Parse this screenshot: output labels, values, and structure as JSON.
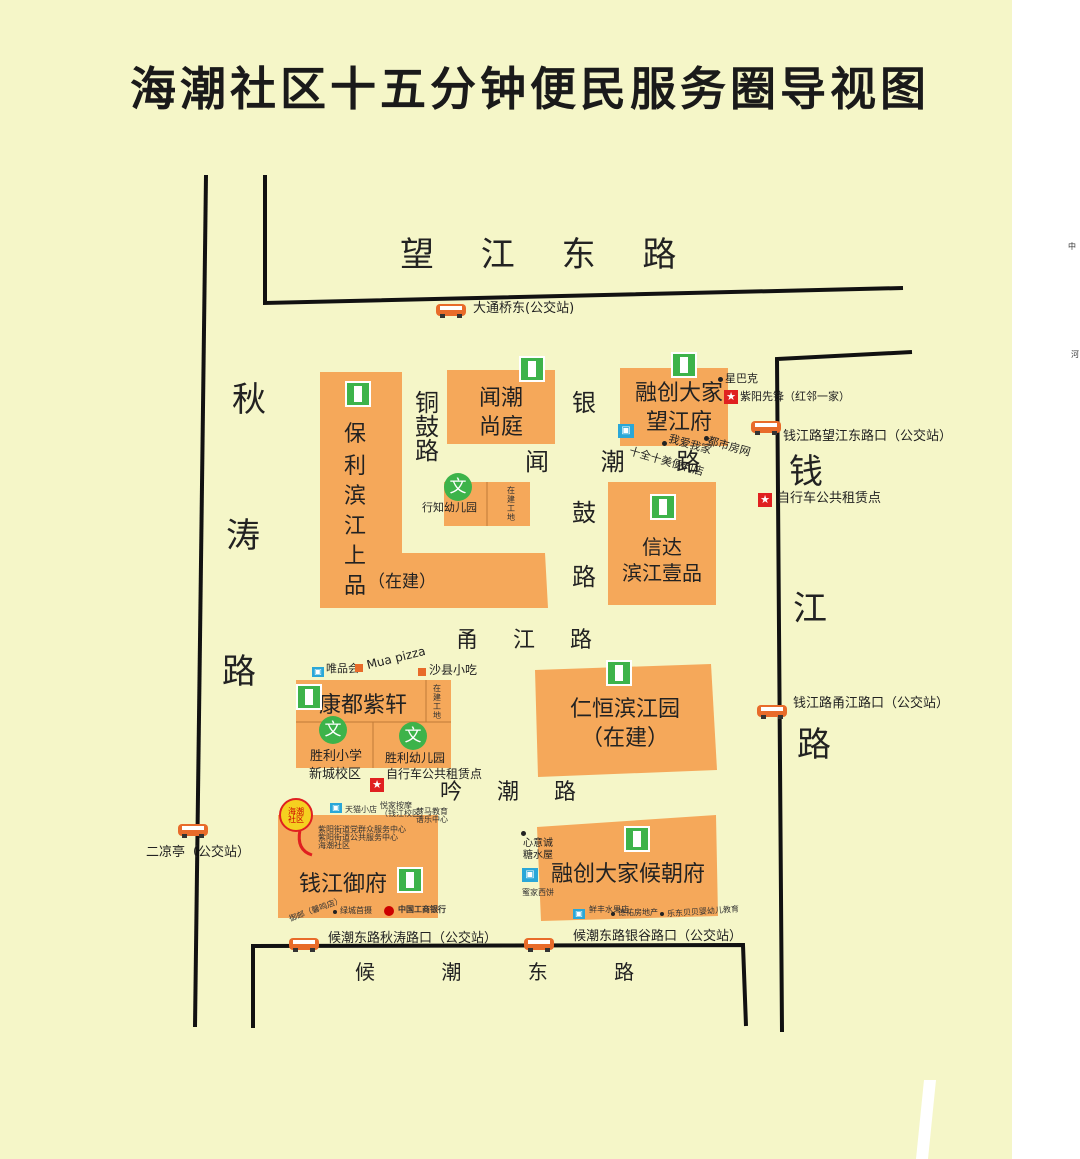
{
  "title": "海潮社区十五分钟便民服务圈导视图",
  "roads": {
    "north": "望 江 东 路",
    "south": "候 潮 东 路",
    "west": [
      "秋",
      "涛",
      "路"
    ],
    "east": [
      "钱",
      "江",
      "路"
    ],
    "tonggu": [
      "铜",
      "鼓",
      "路"
    ],
    "yingu": [
      "银",
      "鼓",
      "路"
    ],
    "guqu": [
      "鼓",
      "路"
    ],
    "wenchao": "闻 潮 路",
    "yongjiang": "甬 江 路",
    "yinchao": "吟 潮 路"
  },
  "buildings": {
    "baoli": [
      "保",
      "利",
      "滨",
      "江",
      "上",
      "品"
    ],
    "baoli_note": "（在建）",
    "wenchao_shangting": "闻潮\n尚庭",
    "rongchuang_wangjiang": "融创大家\n望江府",
    "xinda": "信达\n滨江壹品",
    "kangdu": "康都紫轩",
    "renheng": "仁恒滨江园\n（在建）",
    "qianjiang_yufu": "钱江御府",
    "rongchuang_houchao": "融创大家候朝府",
    "zaijian": "在\n建\n工\n地",
    "zaijian2": "在\n建\n工\n地"
  },
  "schools": {
    "xingzhi": "行知幼儿园",
    "shengli_primary": "胜利小学",
    "shengli_campus": "新城校区",
    "shengli_kinder": "胜利幼儿园",
    "wen_glyph": "文"
  },
  "bus_stops": {
    "datongqiao": "大通桥东(公交站)",
    "wangjiang": "钱江路望江东路口（公交站）",
    "yongjiang": "钱江路甬江路口（公交站）",
    "erliangting": "二凉亭（公交站）",
    "qiutao": "候潮东路秋涛路口（公交站）",
    "yingu": "候潮东路银谷路口（公交站）"
  },
  "pois": {
    "starbucks": "星巴克",
    "ziyang": "紫阳先锋（红邻一家）",
    "dushi": "都市房网",
    "woaiwojia": "我爱我家",
    "shiquanshimei": "十全十美便利店",
    "bike1": "自行车公共租赁点",
    "bike2": "自行车公共租赁点",
    "weipinhui": "唯品会",
    "mua": "Mua  pizza",
    "shaxian": "沙县小吃",
    "tianmao": "天猫小店",
    "yuejia": "悦家按摩\n（钱江校区）",
    "menghu": "梦马教育\n谱乐中心",
    "ziyang_center": "紫阳街道党群众服务中心\n紫阳街道公共服务中心\n海潮社区",
    "yuanyuan": "御邮（馨鸣店）",
    "lvcheng": "绿城首摄",
    "icbc": "中国工商银行",
    "xinyicheng": "心意诚\n糖水屋",
    "mijia": "蜜家西饼",
    "xianfeng": "鲜丰水果店",
    "dexin": "德祐房地产",
    "ledong": "乐东贝贝婴幼儿教育",
    "haichao_badge": "海潮\n社区",
    "edge1": "中",
    "edge2": "河"
  },
  "colors": {
    "background": "#f5f6c8",
    "block": "#f5a85a",
    "road_line": "#111111",
    "green": "#3db34a",
    "bus": "#e86b2a",
    "star": "#e02020"
  }
}
